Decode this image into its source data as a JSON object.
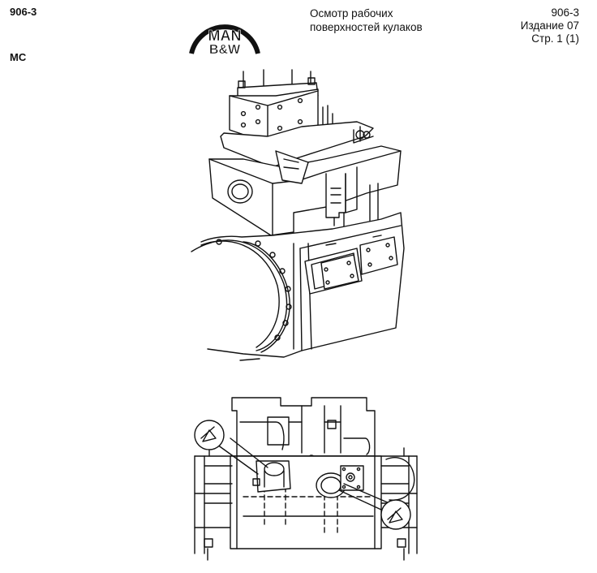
{
  "header": {
    "doc_code": "906-3",
    "engine_type": "MC",
    "title_line1": "Осмотр рабочих",
    "title_line2": "поверхностей кулаков",
    "ref_code": "906-3",
    "edition": "Издание 07",
    "page": "Стр. 1 (1)"
  },
  "logo": {
    "line1": "MAN",
    "line2": "B&W"
  },
  "colors": {
    "ink": "#111111",
    "paper": "#ffffff"
  }
}
